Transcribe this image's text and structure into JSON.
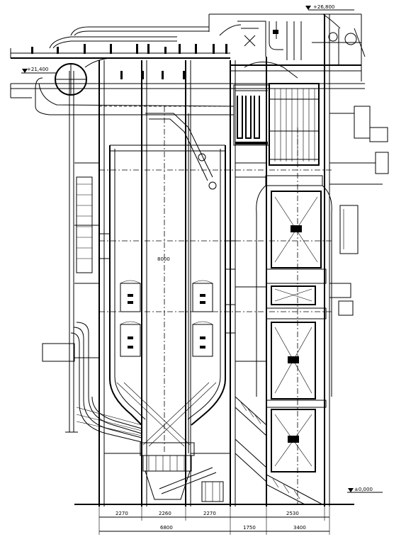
{
  "elevations": {
    "top": "+26,800",
    "drum": "+21,400",
    "ground": "±0,000"
  },
  "labels": {
    "furnace_height": "8000"
  },
  "dimensions": {
    "row1": [
      "2270",
      "2260",
      "2270",
      "2530"
    ],
    "row2": [
      "6800",
      "1750",
      "3400"
    ]
  }
}
